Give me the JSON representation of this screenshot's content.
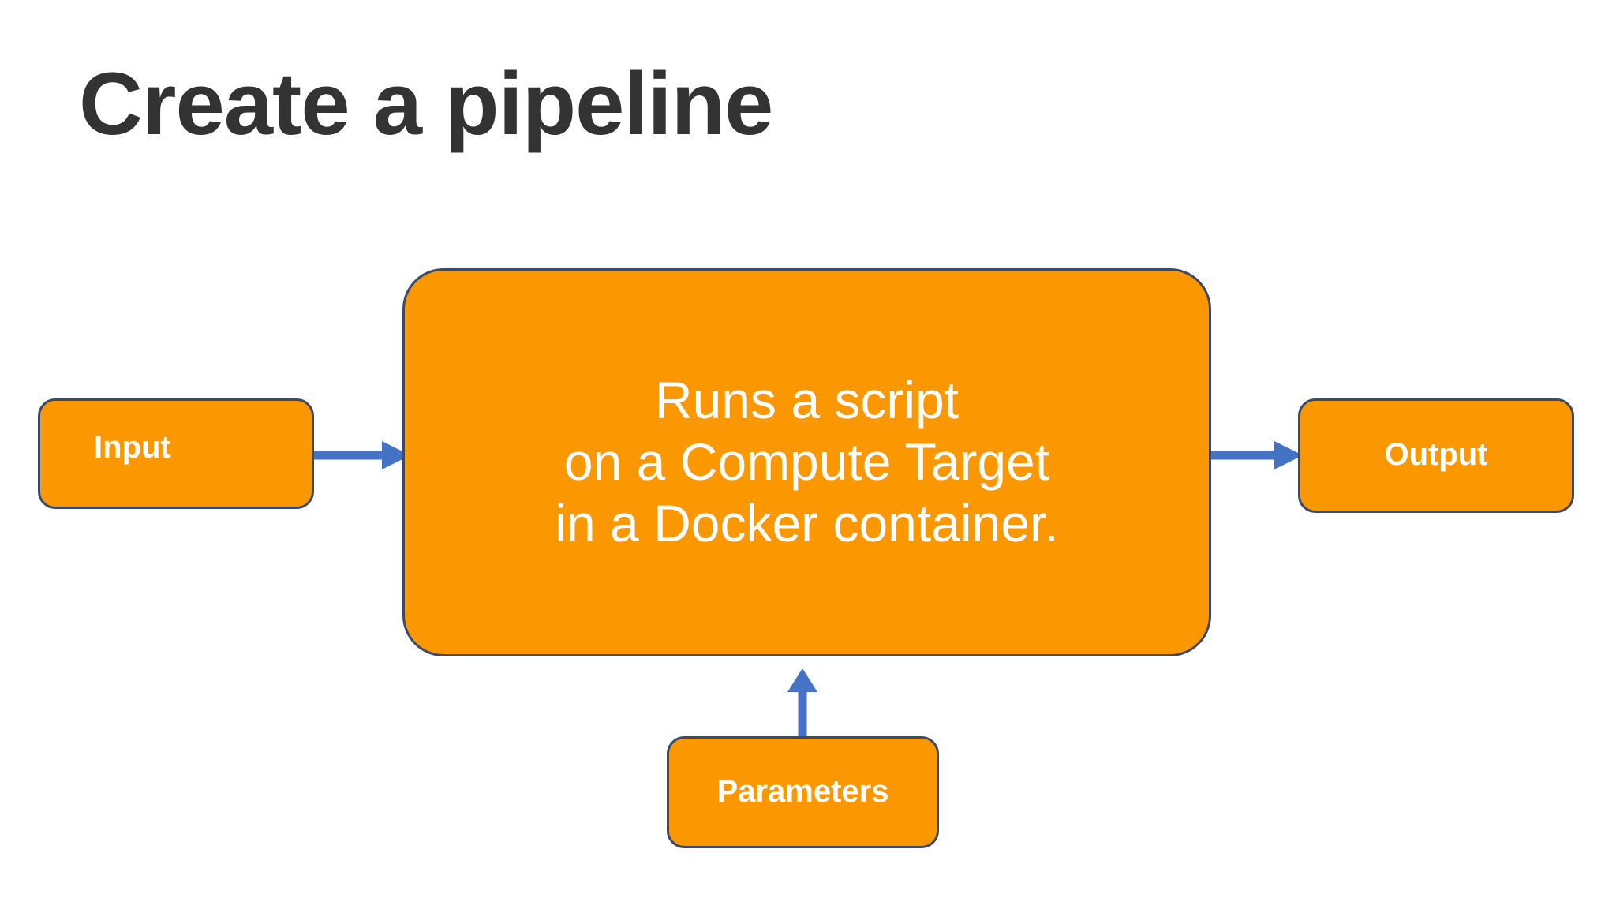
{
  "slide": {
    "title": "Create a pipeline",
    "background_color": "#FFFFFF",
    "title_color": "#333333"
  },
  "theme": {
    "node_fill": "#FB9700",
    "node_border": "#3B4A68",
    "node_text": "#FFFFFF",
    "arrow_color": "#4472C4"
  },
  "diagram": {
    "nodes": {
      "input": {
        "label": "Input"
      },
      "process": {
        "lines": [
          "Runs a script",
          "on a Compute Target",
          "in a Docker container."
        ]
      },
      "output": {
        "label": "Output"
      },
      "parameters": {
        "label": "Parameters"
      }
    },
    "arrows": [
      {
        "name": "input-to-process",
        "from": "input",
        "to": "process",
        "direction": "right"
      },
      {
        "name": "process-to-output",
        "from": "process",
        "to": "output",
        "direction": "right"
      },
      {
        "name": "parameters-to-process",
        "from": "parameters",
        "to": "process",
        "direction": "up"
      }
    ]
  }
}
